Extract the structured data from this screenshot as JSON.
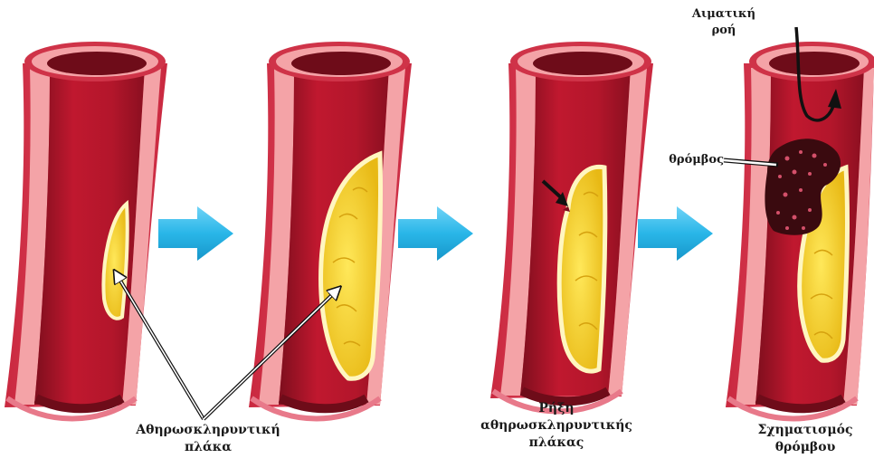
{
  "colors": {
    "wall_outer": "#cf3348",
    "wall_inner": "#f4a3a7",
    "lumen": "#b3162b",
    "lumen_dark": "#7d0e1d",
    "plaque_fill": "#f5d327",
    "plaque_rim": "#fff6c0",
    "thrombus": "#3a0a0f",
    "arrow_blue": "#29b6e8"
  },
  "labels": {
    "plaque": [
      "Αθηρωσκληρυντική",
      "πλάκα"
    ],
    "rupture": [
      "Ρήξη",
      "αθηρωσκληρυντικής",
      "πλάκας"
    ],
    "thrombus_formation": [
      "Σχηματισμός",
      "θρόμβου"
    ],
    "blood_flow": [
      "Αιματική",
      "ροή"
    ],
    "thrombus": "θρόμβος"
  },
  "icons": {
    "stage_arrow": "right-arrow-icon",
    "pointer": "pointer-arrow-icon",
    "flow": "curved-flow-arrow-icon"
  }
}
